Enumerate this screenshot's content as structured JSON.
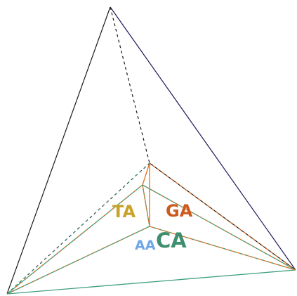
{
  "labels": {
    "ta": "TA",
    "ga": "GA",
    "aa": "AA",
    "ca": "CA"
  },
  "colors": {
    "outer_edge": "#1a1a1a",
    "back_edge": "#1a1a5a",
    "ta": "#c9a227",
    "ga": "#cc5a1f",
    "aa": "#6fa6e6",
    "ca": "#3f8f6f",
    "inner_orange": "#e0701e",
    "inner_green": "#3f9f7f"
  }
}
